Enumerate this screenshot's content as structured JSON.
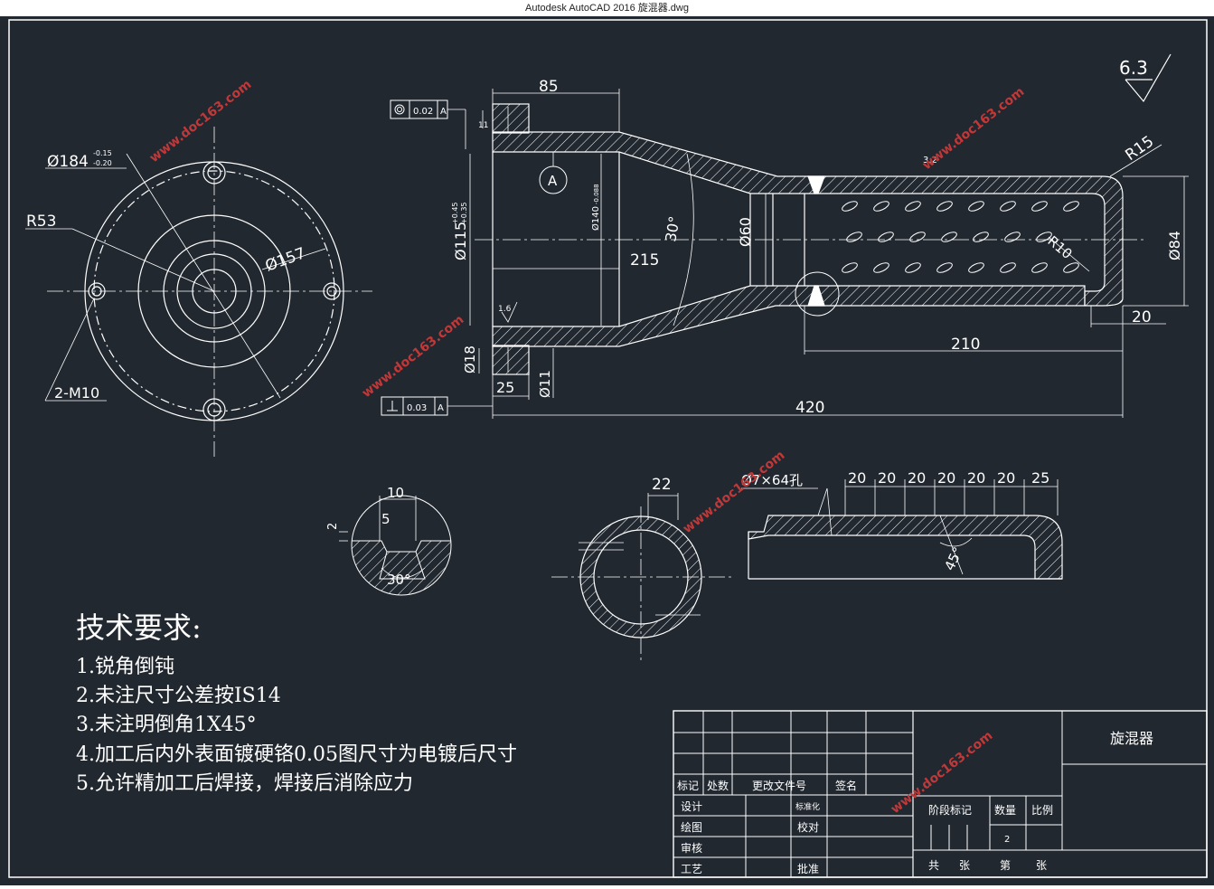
{
  "window": {
    "title": "Autodesk AutoCAD 2016     旋混器.dwg"
  },
  "colors": {
    "background": "#212830",
    "line": "#ffffff",
    "watermark": "#c23838",
    "axis": "#e6e6e6"
  },
  "watermark": {
    "text": "www.doc163.com"
  },
  "roughness": {
    "main": "6.3",
    "inner": "3.2",
    "face": "1.6"
  },
  "left_view": {
    "dia_outer": "Ø184",
    "tol_upper": "-0.15",
    "tol_lower": "-0.20",
    "radius": "R53",
    "dia_bolt_circle": "Ø157",
    "thread": "2-M10"
  },
  "section_view": {
    "dim_top": "85",
    "dim_11_flange": "11",
    "gtol_top": {
      "value": "0.02",
      "datum": "A"
    },
    "datum_label": "A",
    "dia_115": "Ø115",
    "tol115_upper": "+0.45",
    "tol115_lower": "+0.35",
    "dia_140": "Ø140",
    "tol140": "-0.088",
    "angle": "30°",
    "dia_60": "Ø60",
    "dim_215": "215",
    "r15": "R15",
    "r10": "R10",
    "dia_84": "Ø84",
    "dim_20": "20",
    "dim_210": "210",
    "dia_18": "Ø18",
    "dim_25": "25",
    "dia_11": "Ø11",
    "gtol_bottom": {
      "value": "0.03",
      "datum": "A"
    },
    "dim_420": "420"
  },
  "detail_view": {
    "dim_10": "10",
    "dim_5": "5",
    "dim_2": "2",
    "angle": "30°"
  },
  "cross_section": {
    "dim_22": "22"
  },
  "hole_detail": {
    "holes": "Ø7×64孔",
    "spacing": [
      "20",
      "20",
      "20",
      "20",
      "20",
      "20",
      "25"
    ],
    "angle": "45°"
  },
  "requirements": {
    "title": "技术要求:",
    "items": [
      "1.锐角倒钝",
      "2.未注尺寸公差按IS14",
      "3.未注明倒角1X45°",
      "4.加工后内外表面镀硬铬0.05图尺寸为电镀后尺寸",
      "5.允许精加工后焊接，焊接后消除应力"
    ]
  },
  "title_block": {
    "part_name": "旋混器",
    "header": [
      "标记",
      "处数",
      "更改文件号",
      "签名"
    ],
    "rows": [
      "设计",
      "绘图",
      "审核",
      "工艺"
    ],
    "standardize": "标准化",
    "check": "校对",
    "approve": "批准",
    "stage": "阶段标记",
    "quantity": "数量",
    "scale": "比例",
    "quantity_value": "2",
    "total": "共",
    "sheet": "张",
    "nth": "第",
    "sheet2": "张"
  }
}
